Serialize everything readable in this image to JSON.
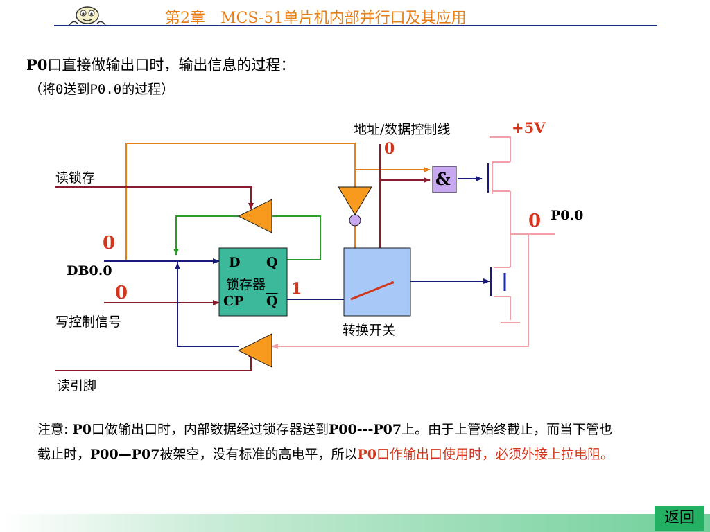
{
  "header": {
    "title": "第2章　MCS-51单片机内部并行口及其应用"
  },
  "heading": {
    "prefix": "P0",
    "text": "口直接做输出口时，输出信息的过程："
  },
  "subheading": "（将0送到P0.0的过程）",
  "diagram": {
    "read_latch": "读锁存",
    "db00": "DB0.0",
    "write_control": "写控制信号",
    "read_pin": "读引脚",
    "addr_data_line": "地址/数据控制线",
    "vcc": "+5V",
    "p00": "P0.0",
    "switch_label": "转换开关",
    "and_symbol": "&",
    "latch_d": "D",
    "latch_q": "Q",
    "latch_name": "锁存器",
    "latch_cp": "CP",
    "latch_qbar": "Q",
    "val_addr": "0",
    "val_p00": "0",
    "val_db": "0",
    "val_write": "0",
    "val_qbar": "1"
  },
  "note": {
    "label": "注意: ",
    "p0a": "P0",
    "t1": "口做输出口时，内部数据经过锁存器送到",
    "range1": "P00---P07",
    "t2": "上。由于上管始终截止，而当下管也截止时，",
    "range2": "P00—P07",
    "t3": "被架空，没有标准的高电平，所以",
    "p0b": "P0",
    "t4": "口作输出口使用时，必须外接上拉电阻。"
  },
  "footer": {
    "back_label": "返回"
  },
  "colors": {
    "title": "#e8801a",
    "rule": "#1a2a8a",
    "orange_wire": "#e8801a",
    "darkred_wire": "#8b1a2a",
    "navy_wire": "#1a1a7a",
    "green_wire": "#2a9a2a",
    "pink_wire": "#f0a0a8",
    "latch_fill": "#3cb89a",
    "switch_fill": "#a8c8f8",
    "buffer_fill": "#f79a1e",
    "highlight_red": "#d2361c",
    "back_button": "#23b063"
  }
}
